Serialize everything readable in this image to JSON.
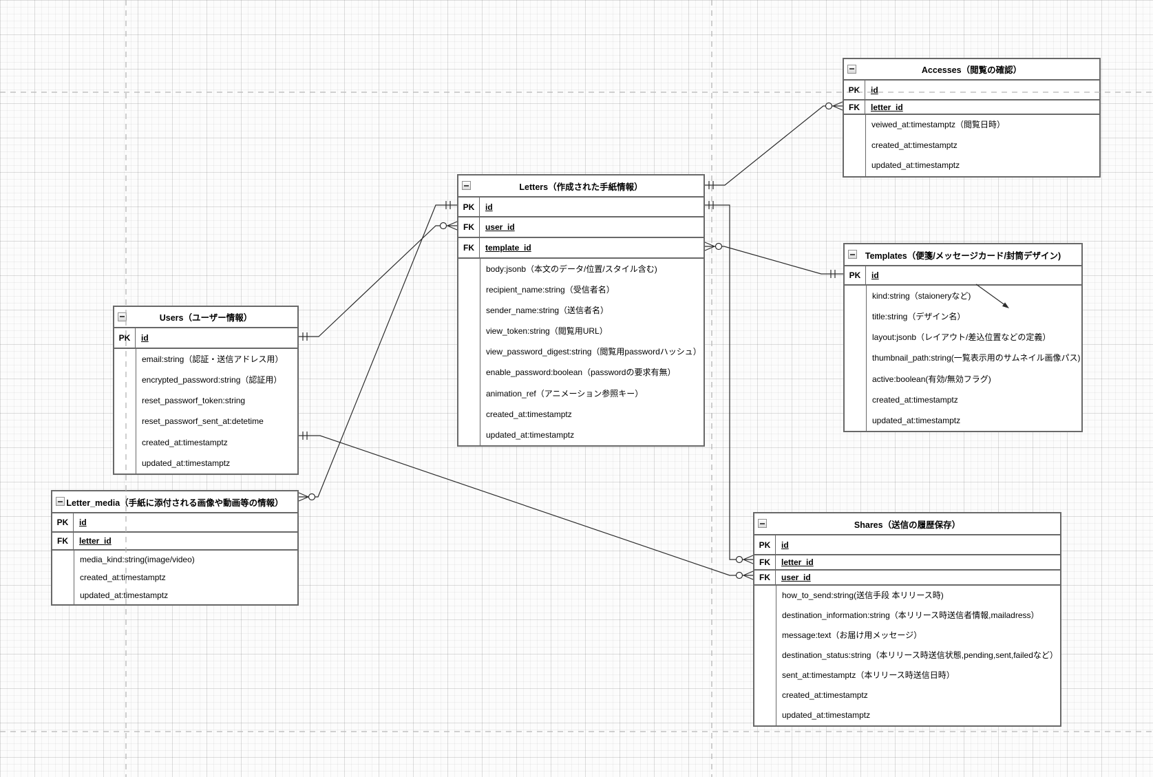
{
  "diagram": {
    "icons": {
      "table_collapse": "collapse-minus-icon"
    },
    "colors": {
      "table_background": "#ffffff",
      "table_border": "#686868",
      "connector": "#2b2b2b",
      "page_guide": "#b5b5b5",
      "text": "#000000"
    },
    "tables": [
      {
        "id": "users",
        "title": "Users（ユーザー情報）",
        "keys": [
          {
            "tag": "PK",
            "name": "id"
          }
        ],
        "attrs": [
          "email:string（認証・送信アドレス用）",
          "encrypted_password:string（認証用）",
          "reset_passworf_token:string",
          "reset_passworf_sent_at:detetime",
          "created_at:timestamptz",
          "updated_at:timestamptz"
        ]
      },
      {
        "id": "letter_media",
        "title": "Letter_media（手紙に添付される画像や動画等の情報）",
        "keys": [
          {
            "tag": "PK",
            "name": "id"
          },
          {
            "tag": "FK",
            "name": "letter_id"
          }
        ],
        "attrs": [
          "media_kind:string(image/video)",
          "created_at:timestamptz",
          "updated_at:timestamptz"
        ]
      },
      {
        "id": "letters",
        "title": "Letters（作成された手紙情報）",
        "keys": [
          {
            "tag": "PK",
            "name": "id"
          },
          {
            "tag": "FK",
            "name": "user_id"
          },
          {
            "tag": "FK",
            "name": "template_id"
          }
        ],
        "attrs": [
          "body:jsonb（本文のデータ/位置/スタイル含む)",
          "recipient_name:string（受信者名）",
          "sender_name:string（送信者名）",
          "view_token:string（閲覧用URL）",
          "view_password_digest:string（閲覧用passwordハッシュ）",
          "enable_password:boolean（passwordの要求有無）",
          "animation_ref（アニメーション参照キー）",
          "created_at:timestamptz",
          "updated_at:timestamptz"
        ]
      },
      {
        "id": "accesses",
        "title": "Accesses（閲覧の確認）",
        "keys": [
          {
            "tag": "PK",
            "name": "id"
          },
          {
            "tag": "FK",
            "name": "letter_id"
          }
        ],
        "attrs": [
          "veiwed_at:timestamptz（閲覧日時）",
          "created_at:timestamptz",
          "updated_at:timestamptz"
        ]
      },
      {
        "id": "templates",
        "title": "Templates（便箋/メッセージカード/封筒デザイン)",
        "keys": [
          {
            "tag": "PK",
            "name": "id"
          }
        ],
        "attrs": [
          "kind:string（staioneryなど)",
          "title:string（デザイン名）",
          "layout:jsonb（レイアウト/差込位置などの定義）",
          "thumbnail_path:string(一覧表示用のサムネイル画像パス)",
          "active:boolean(有効/無効フラグ)",
          "created_at:timestamptz",
          "updated_at:timestamptz"
        ]
      },
      {
        "id": "shares",
        "title": "Shares（送信の履歴保存）",
        "keys": [
          {
            "tag": "PK",
            "name": "id"
          },
          {
            "tag": "FK",
            "name": "letter_id"
          },
          {
            "tag": "FK",
            "name": "user_id"
          }
        ],
        "attrs": [
          "how_to_send:string(送信手段 本リリース時)",
          "destination_information:string（本リリース時送信者情報,mailadress）",
          "message:text（お届け用メッセージ）",
          "destination_status:string（本リリース時送信状態,pending,sent,failedなど）",
          "sent_at:timestamptz（本リリース時送信日時）",
          "created_at:timestamptz",
          "updated_at:timestamptz"
        ]
      }
    ],
    "relationships": [
      {
        "from": "Users.id",
        "to": "Letters.user_id",
        "from_cardinality": "exactly-one",
        "to_cardinality": "zero-or-many"
      },
      {
        "from": "Users.id",
        "to": "Shares.user_id",
        "from_cardinality": "exactly-one",
        "to_cardinality": "zero-or-many"
      },
      {
        "from": "Letters.id",
        "to": "Letter_media.letter_id",
        "from_cardinality": "exactly-one",
        "to_cardinality": "zero-or-many"
      },
      {
        "from": "Letters.id",
        "to": "Accesses.letter_id",
        "from_cardinality": "exactly-one",
        "to_cardinality": "zero-or-many"
      },
      {
        "from": "Letters.id",
        "to": "Shares.letter_id",
        "from_cardinality": "exactly-one",
        "to_cardinality": "zero-or-many"
      },
      {
        "from": "Templates.id",
        "to": "Letters.template_id",
        "from_cardinality": "exactly-one",
        "to_cardinality": "zero-or-many"
      }
    ]
  }
}
